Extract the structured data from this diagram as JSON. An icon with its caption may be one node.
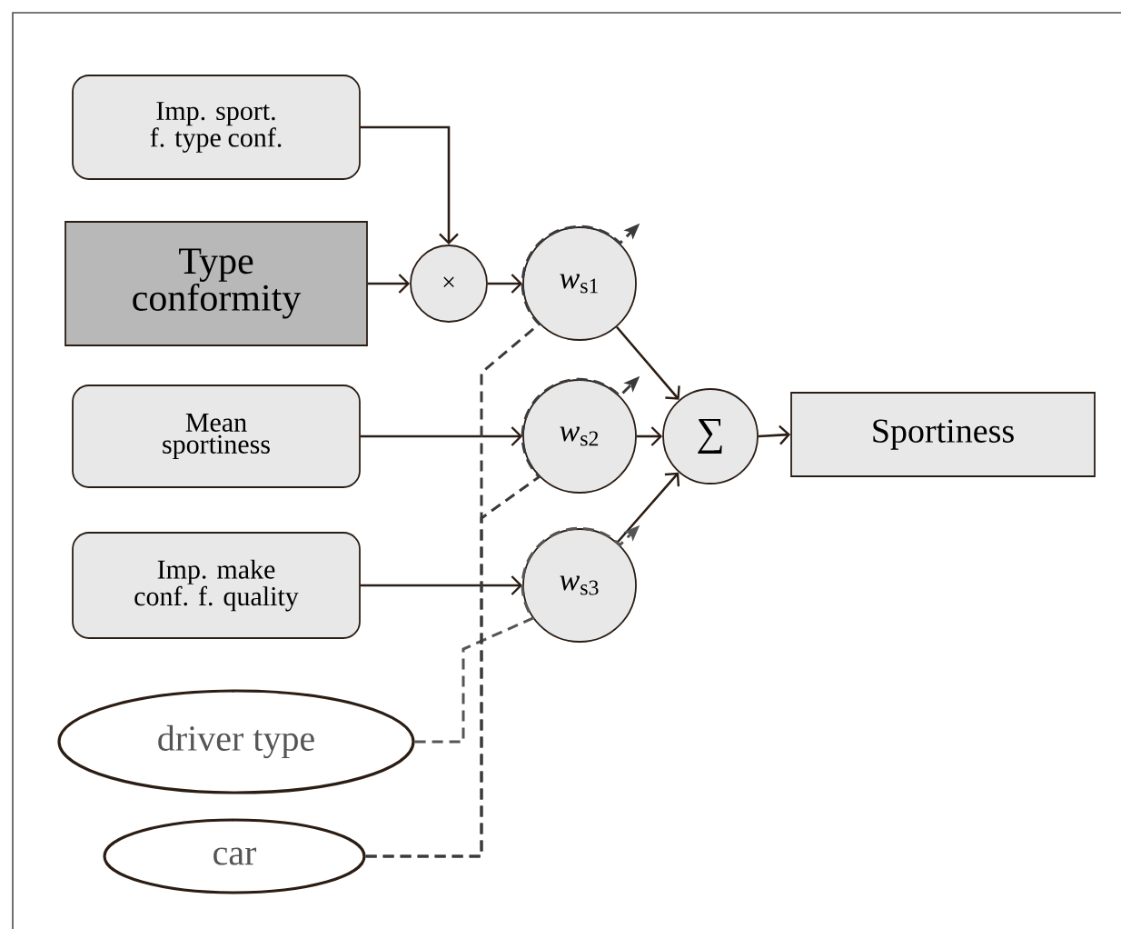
{
  "diagram": {
    "nodes": [
      {
        "text": [
          "Imp. sport. f. type conf."
        ]
      },
      {
        "text": [
          "Type conformity"
        ]
      },
      {
        "text": [
          "×"
        ]
      },
      {
        "text": [
          "*w*$_{s1}$"
        ]
      },
      {
        "text": [
          "Mean sportiness"
        ]
      },
      {
        "text": [
          "*w*$_{s2}$"
        ]
      },
      {
        "text": [
          "∑"
        ]
      },
      {
        "text": [
          "Sportiness"
        ]
      },
      {
        "text": [
          "Imp. make conf. f. quality"
        ]
      },
      {
        "text": [
          "*w*$_{s3}$"
        ]
      },
      {
        "text": [
          "driver type"
        ]
      },
      {
        "text": [
          "car"
        ]
      }
    ],
    "edges": [
      {
        "from": 0,
        "to": 2,
        "arrow": "to"
      },
      {
        "from": 1,
        "to": 2,
        "arrow": "to"
      },
      {
        "from": 2,
        "to": 3,
        "arrow": "to"
      },
      {
        "from": 3,
        "to": 6,
        "arrow": "to"
      },
      {
        "from": 4,
        "to": 5,
        "arrow": "to"
      },
      {
        "from": 5,
        "to": 6,
        "arrow": "to"
      },
      {
        "from": 9,
        "to": 6,
        "arrow": "to"
      },
      {
        "from": 6,
        "to": 7,
        "arrow": "to"
      },
      {
        "from": 8,
        "to": 9,
        "arrow": "to"
      },
      {
        "from": 10,
        "to": 9,
        "arrow": "to",
        "style": "dashed",
        "color": "#555555"
      },
      {
        "from": 11,
        "to": 3,
        "arrow": "to",
        "style": "dashed"
      },
      {
        "from": 11,
        "to": 5,
        "arrow": "to",
        "style": "dashed"
      }
    ]
  }
}
